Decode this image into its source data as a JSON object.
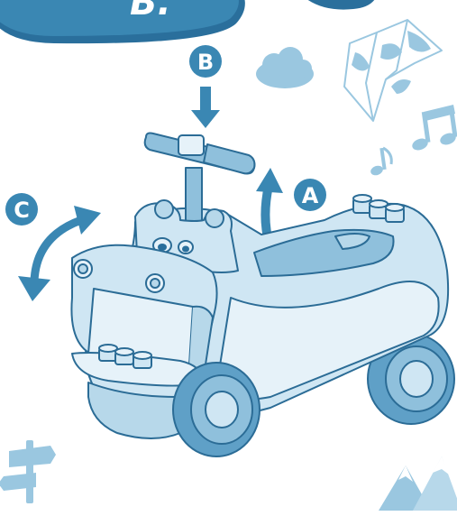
{
  "header": {
    "step_label": "B."
  },
  "callouts": {
    "a": {
      "letter": "A",
      "arrow": "up-arrow"
    },
    "b": {
      "letter": "B",
      "arrow": "down-arrow"
    },
    "c": {
      "letter": "C",
      "arrow": "curved-double-arrow"
    }
  },
  "colors": {
    "primary_blue": "#3a87b3",
    "dark_blue": "#2a6f9c",
    "light_blue": "#cfe6f3",
    "pale_blue": "#e6f2f9",
    "outline": "#2b6c96",
    "wheel_blue": "#5fa0c7"
  },
  "decorations": [
    "cloud-icon",
    "map-icon",
    "music-notes-icon",
    "signpost-icon",
    "mountains-icon"
  ]
}
